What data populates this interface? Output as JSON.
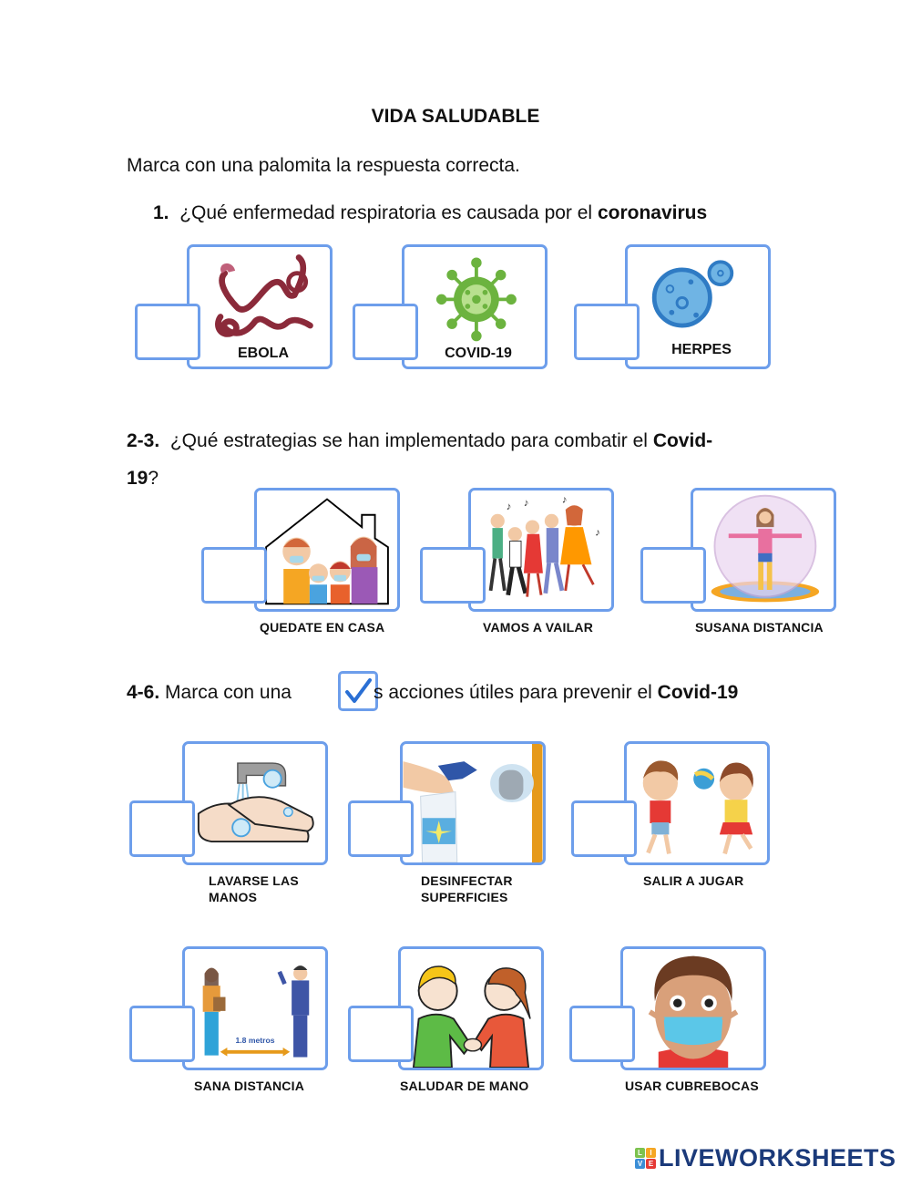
{
  "header": {
    "title": "VIDA SALUDABLE",
    "instruction": "Marca con una palomita la respuesta correcta."
  },
  "q1": {
    "number": "1.",
    "text": "¿Qué enfermedad respiratoria es causada por el ",
    "bold": "coronavirus",
    "options": [
      {
        "label": "EBOLA",
        "icon": "ebola-virus-icon"
      },
      {
        "label": "COVID-19",
        "icon": "coronavirus-icon"
      },
      {
        "label": "HERPES",
        "icon": "herpes-virus-icon"
      }
    ]
  },
  "q2": {
    "number": "2-3.",
    "text": "¿Qué estrategias se han implementado para combatir el ",
    "bold_a": "Covid-",
    "bold_b": "19",
    "suffix": "?",
    "options": [
      {
        "label": "QUEDATE EN CASA",
        "icon": "family-at-home-icon"
      },
      {
        "label": "VAMOS A VAILAR",
        "icon": "dancing-people-icon"
      },
      {
        "label": "SUSANA DISTANCIA",
        "icon": "distance-bubble-icon"
      }
    ]
  },
  "q3": {
    "number": "4-6.",
    "text_a": "Marca con una",
    "text_b": "s acciones útiles para prevenir el ",
    "bold": "Covid-19",
    "sample_check": "✓",
    "options": [
      {
        "label_a": "LAVARSE LAS",
        "label_b": "MANOS",
        "icon": "hand-washing-icon"
      },
      {
        "label_a": "DESINFECTAR",
        "label_b": "SUPERFICIES",
        "icon": "spray-disinfect-icon"
      },
      {
        "label_a": "SALIR A JUGAR",
        "label_b": "",
        "icon": "kids-playing-icon"
      },
      {
        "label_a": "SANA DISTANCIA",
        "label_b": "",
        "icon": "social-distance-icon",
        "inner_text": "1.8 metros"
      },
      {
        "label_a": "SALUDAR DE MANO",
        "label_b": "",
        "icon": "handshake-icon"
      },
      {
        "label_a": "USAR CUBREBOCAS",
        "label_b": "",
        "icon": "face-mask-icon"
      }
    ]
  },
  "footer": {
    "logo_letters": [
      "L",
      "I",
      "V",
      "E"
    ],
    "logo_text": "LIVEWORKSHEETS"
  },
  "colors": {
    "border": "#6d9eeb",
    "logo": "#1b3a7a"
  }
}
